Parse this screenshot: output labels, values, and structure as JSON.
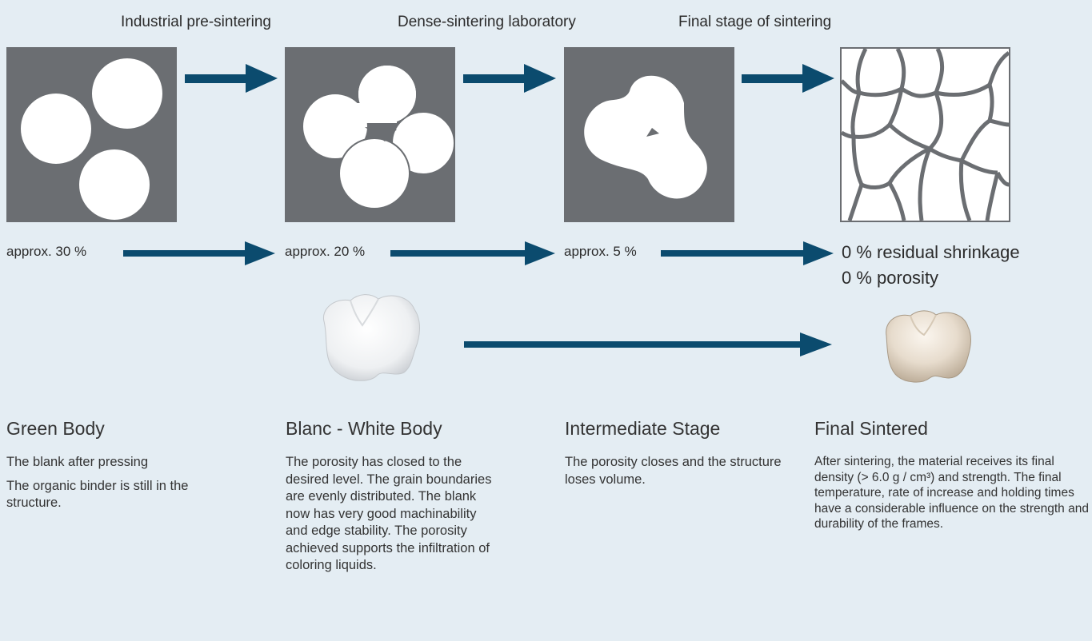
{
  "process_labels": [
    "Industrial pre-sintering",
    "Dense-sintering laboratory",
    "Final stage of sintering"
  ],
  "shrinkage": [
    "approx. 30 %",
    "approx. 20 %",
    "approx. 5 %"
  ],
  "final": {
    "shrinkage": "0 % residual shrinkage",
    "porosity": "0 % porosity"
  },
  "stages": [
    {
      "title": "Green Body",
      "paragraphs": [
        "The blank after pressing",
        "The organic binder is still in the structure."
      ]
    },
    {
      "title": "Blanc - White Body",
      "paragraphs": [
        "The porosity has closed to the desired level. The grain boundaries are evenly distributed. The blank now has very good machinability and edge stability. The porosity achieved supports the infiltration of coloring liquids."
      ]
    },
    {
      "title": "Intermediate Stage",
      "paragraphs": [
        "The porosity closes and the structure loses volume."
      ]
    },
    {
      "title": "Final Sintered",
      "paragraphs": [
        "After sintering, the material receives its final density (> 6.0 g / cm³) and strength. The final temperature, rate of increase and holding times have a considerable influence on the strength and durability of the frames."
      ]
    }
  ],
  "colors": {
    "arrow": "#0b4b6e",
    "box": "#6b6e72",
    "background": "#e4edf3"
  },
  "images": [
    "white-tooth-crown",
    "sintered-tooth-crown"
  ]
}
